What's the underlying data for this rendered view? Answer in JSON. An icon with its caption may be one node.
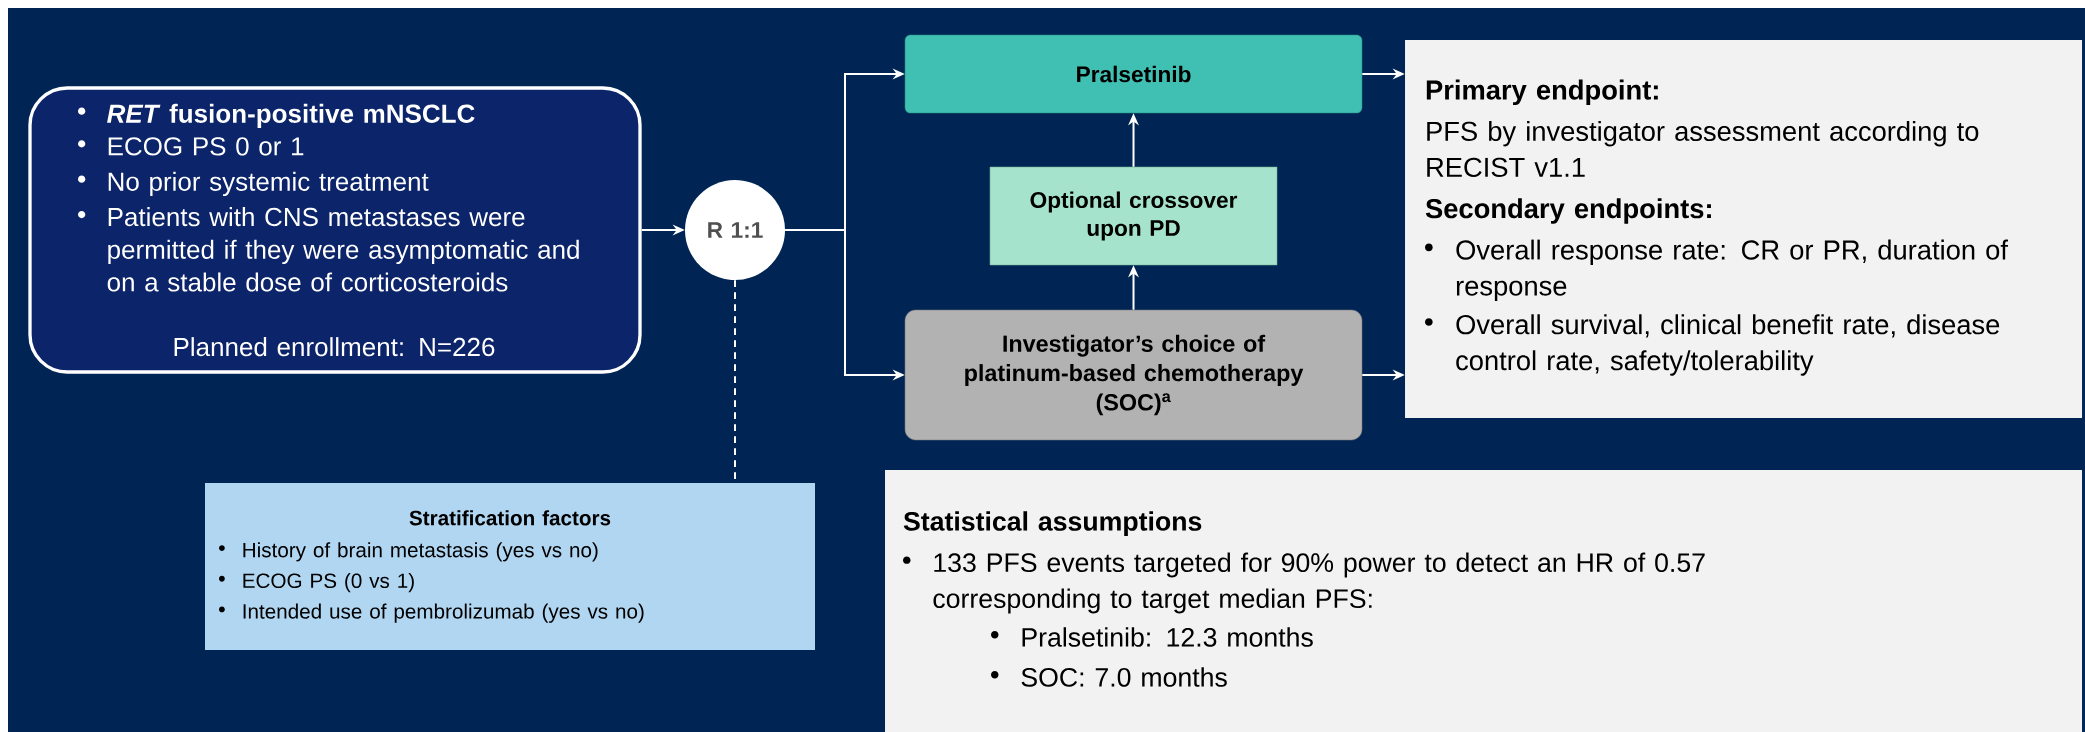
{
  "diagram": {
    "nodes": [
      {
        "text": [
          "*RET* fusion-positive mNSCLC",
          "ECOG PS 0 or 1",
          "No prior systemic treatment",
          "Patients with CNS metastases were permitted if they were asymptomatic and on a stable dose of corticosteroids",
          "Planned enrollment: N=226"
        ]
      },
      {
        "text": [
          "R 1:1"
        ]
      },
      {
        "text": [
          "Pralsetinib"
        ]
      },
      {
        "text": [
          "Optional crossover upon PD"
        ]
      },
      {
        "text": [
          "Investigator’s choice of platinum-based chemotherapy (SOC)$^{a}$"
        ]
      },
      {
        "text": [
          "Primary endpoint:",
          "PFS by investigator assessment according to RECIST v1.1",
          "Secondary endpoints:",
          "Overall response rate: CR or PR, duration of response",
          "Overall survival, clinical benefit rate, disease control rate, safety/tolerability"
        ]
      },
      {
        "text": [
          "Stratification factors",
          "History of brain metastasis (yes vs no)",
          "ECOG PS (0 vs 1)",
          "Intended use of pembrolizumab (yes vs no)"
        ]
      },
      {
        "text": [
          "Statistical assumptions",
          "133 PFS events targeted for 90% power to detect an HR of 0.57 corresponding to target median PFS:",
          "Pralsetinib: 12.3 months",
          "SOC: 7.0 months"
        ]
      }
    ],
    "edges": [
      {
        "from": 0,
        "to": 1,
        "arrow": "to"
      },
      {
        "from": 1,
        "to": 2,
        "arrow": "to"
      },
      {
        "from": 1,
        "to": 4,
        "arrow": "to"
      },
      {
        "from": 4,
        "to": 3,
        "arrow": "to"
      },
      {
        "from": 3,
        "to": 2,
        "arrow": "to"
      },
      {
        "from": 2,
        "to": 5,
        "arrow": "to"
      },
      {
        "from": 4,
        "to": 5,
        "arrow": "to"
      },
      {
        "from": 1,
        "to": 6,
        "arrow": "none",
        "style": "dashed"
      }
    ]
  }
}
